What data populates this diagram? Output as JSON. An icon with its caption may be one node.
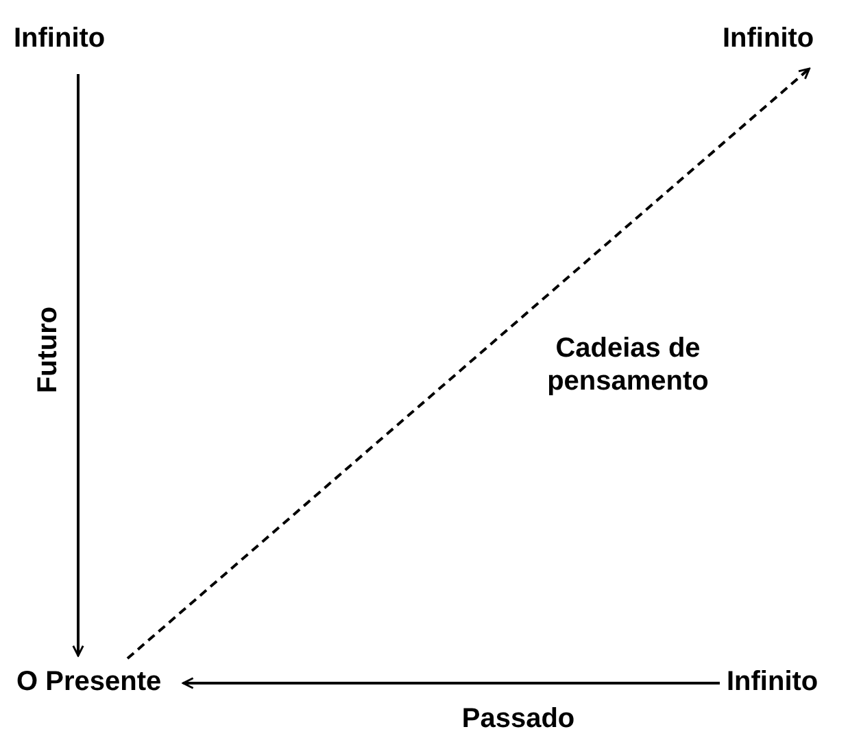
{
  "diagram": {
    "nodes": [
      {
        "text": [
          "Infinito"
        ]
      },
      {
        "text": [
          "Infinito"
        ]
      },
      {
        "text": [
          "O Presente"
        ]
      },
      {
        "text": [
          "Infinito"
        ]
      }
    ],
    "edges": [
      {
        "from": 0,
        "to": 2,
        "arrow": "to",
        "label": "Futuro"
      },
      {
        "from": 2,
        "to": 1,
        "arrow": "to",
        "label": "Cadeias de pensamento",
        "style": "dashed"
      },
      {
        "from": 3,
        "to": 2,
        "arrow": "to",
        "label": "Passado"
      }
    ]
  }
}
